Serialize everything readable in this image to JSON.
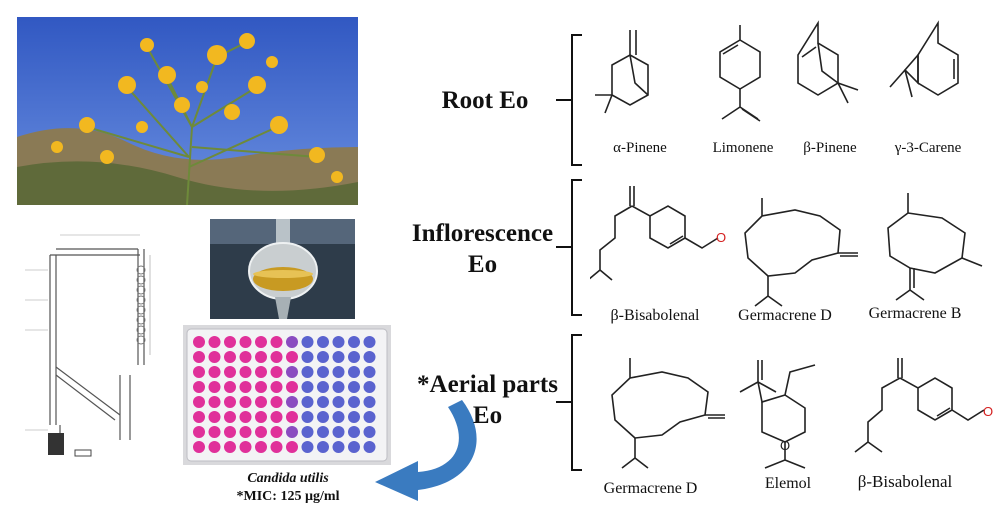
{
  "sections": {
    "root": "Root Eo",
    "inflorescence_line1": "Inflorescence",
    "inflorescence_line2": "Eo",
    "aerial_line1": "*Aerial parts",
    "aerial_line2": "Eo"
  },
  "molecules": {
    "root": [
      "α-Pinene",
      "Limonene",
      "β-Pinene",
      "γ-3-Carene"
    ],
    "inflorescence": [
      "β-Bisabolenal",
      "Germacrene D",
      "Germacrene B"
    ],
    "aerial": [
      "Germacrene D",
      "Elemol",
      "β-Bisabolenal"
    ]
  },
  "organism": {
    "name": "Candida utilis",
    "mic": "*MIC: 125 µg/ml"
  },
  "colors": {
    "sky": "#3b63c8",
    "flower": "#f2b820",
    "well_pink": "#e0309a",
    "well_blue": "#5a63cf",
    "arrow": "#3a7bc0",
    "aldehyde_oxygen": "#d42020"
  }
}
